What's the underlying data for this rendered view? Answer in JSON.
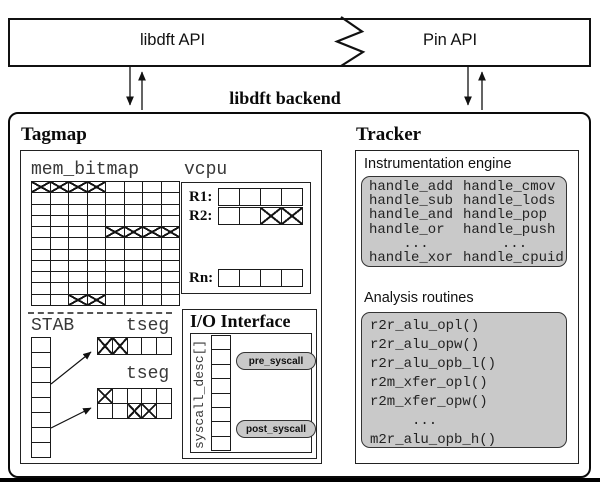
{
  "colors": {
    "gray_fill": "#c9c9c9",
    "line": "#111111",
    "label_gray": "#383838"
  },
  "api_bar": {
    "left_label": "libdft API",
    "right_label": "Pin API"
  },
  "backend_label": "libdft backend",
  "tagmap": {
    "title": "Tagmap",
    "mem_bitmap_label": "mem_bitmap",
    "mem_bitmap_grid": {
      "cols": 8,
      "rows": 11,
      "marked": [
        [
          0,
          0
        ],
        [
          0,
          1
        ],
        [
          0,
          2
        ],
        [
          0,
          3
        ],
        [
          4,
          4
        ],
        [
          4,
          5
        ],
        [
          4,
          6
        ],
        [
          4,
          7
        ],
        [
          10,
          2
        ],
        [
          10,
          3
        ]
      ]
    },
    "vcpu": {
      "label": "vcpu",
      "registers": [
        {
          "name": "R1:",
          "cells": 4,
          "marked": []
        },
        {
          "name": "R2:",
          "cells": 4,
          "marked": [
            2,
            3
          ]
        },
        {
          "name": "Rn:",
          "cells": 4,
          "marked": []
        }
      ]
    },
    "stab": {
      "label": "STAB",
      "cells": 8
    },
    "tseg1": {
      "label": "tseg",
      "cols": 5,
      "rows": 1,
      "marked": [
        [
          0,
          0
        ],
        [
          0,
          1
        ]
      ]
    },
    "tseg2": {
      "label": "tseg",
      "cols": 5,
      "rows": 2,
      "marked": [
        [
          0,
          0
        ],
        [
          1,
          2
        ],
        [
          1,
          3
        ]
      ]
    },
    "io": {
      "title": "I/O Interface",
      "array_label": "syscall_desc[]",
      "cells": 8,
      "buttons": [
        "pre_syscall",
        "post_syscall"
      ]
    }
  },
  "tracker": {
    "title": "Tracker",
    "instrumentation": {
      "label": "Instrumentation engine",
      "rows": [
        [
          "handle_add",
          "handle_cmov"
        ],
        [
          "handle_sub",
          "handle_lods"
        ],
        [
          "handle_and",
          "handle_pop"
        ],
        [
          "handle_or",
          "handle_push"
        ],
        [
          "...",
          "..."
        ],
        [
          "handle_xor",
          "handle_cpuid"
        ]
      ]
    },
    "analysis": {
      "label": "Analysis routines",
      "items": [
        "r2r_alu_opl()",
        "r2r_alu_opw()",
        "r2r_alu_opb_l()",
        "r2m_xfer_opl()",
        "r2m_xfer_opw()",
        "...",
        "m2r_alu_opb_h()"
      ]
    }
  }
}
